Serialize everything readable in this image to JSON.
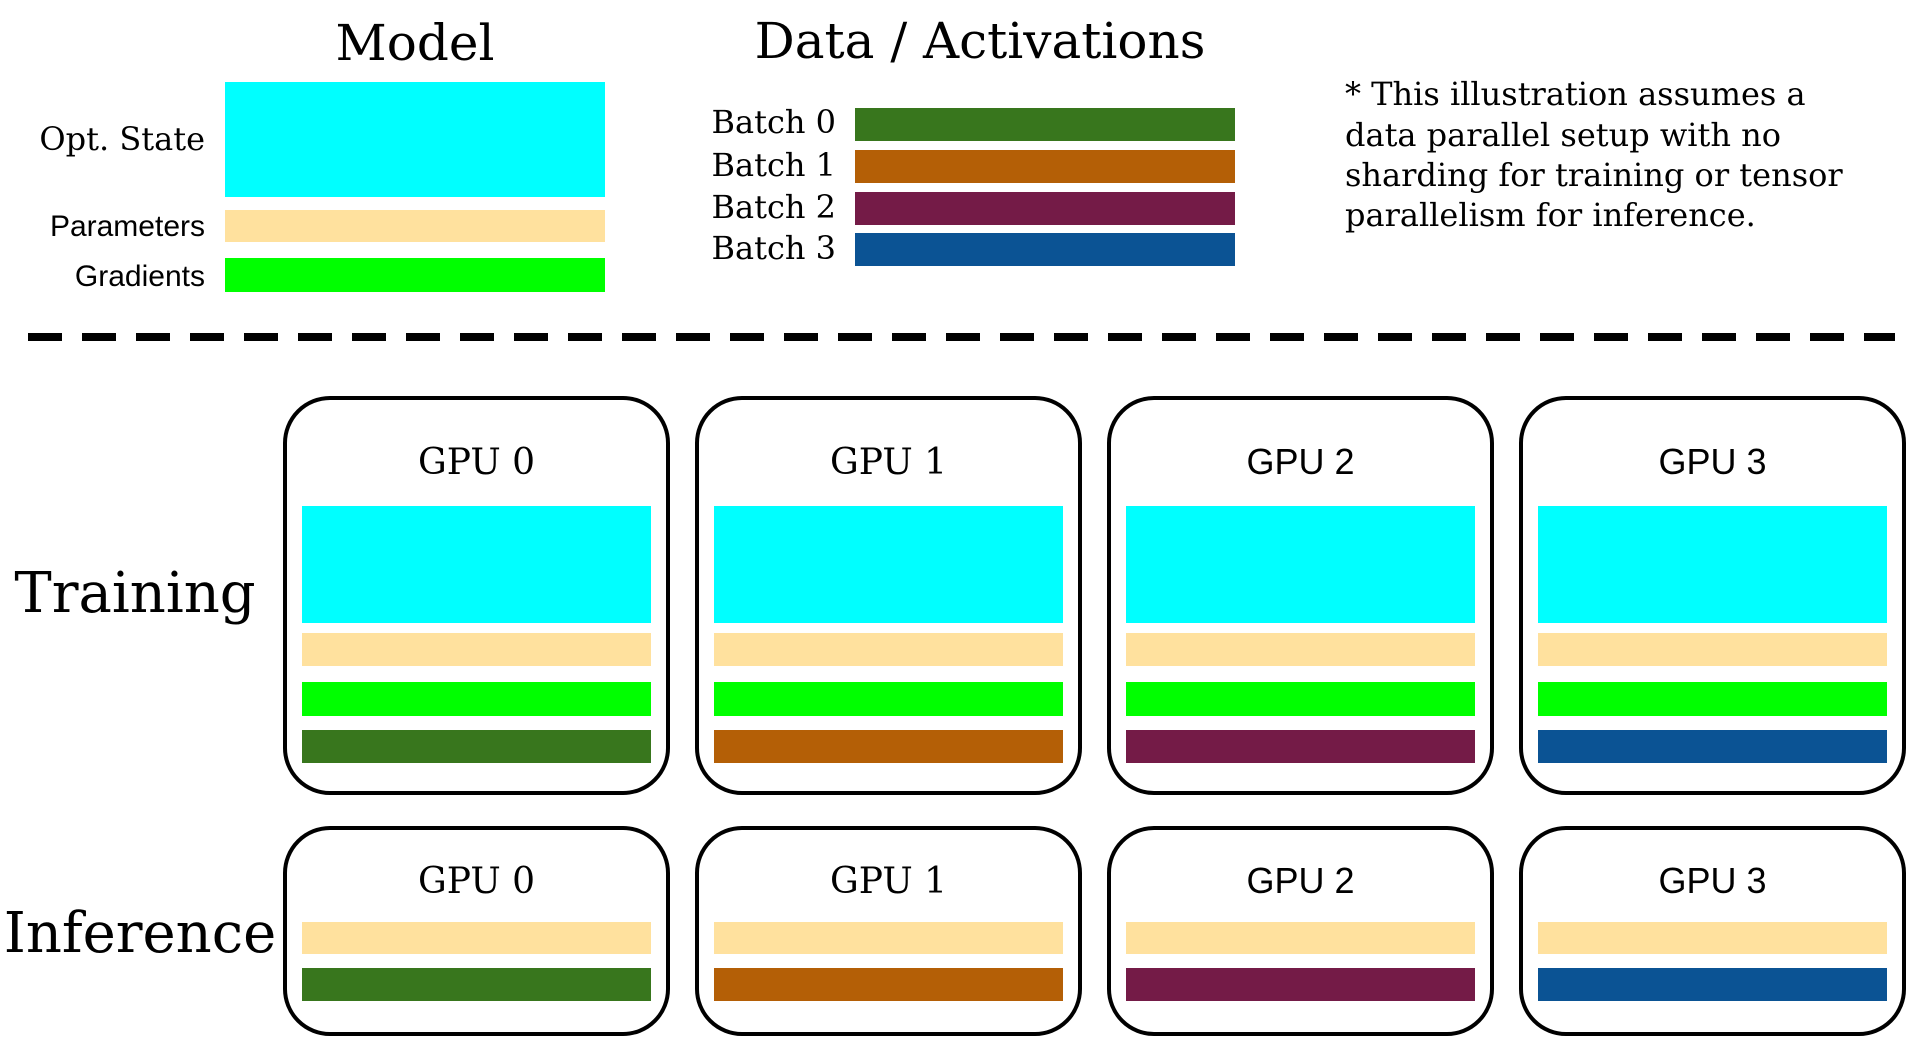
{
  "legend": {
    "model": {
      "title": "Model",
      "items": [
        {
          "label": "Opt. State",
          "color": "#00FFFF",
          "kind": "opt"
        },
        {
          "label": "Parameters",
          "color": "#FFE19E",
          "kind": "params"
        },
        {
          "label": "Gradients",
          "color": "#00FF00",
          "kind": "grads"
        }
      ]
    },
    "data": {
      "title": "Data / Activations",
      "batches": [
        {
          "label": "Batch 0",
          "color": "#38761D"
        },
        {
          "label": "Batch 1",
          "color": "#B45F06"
        },
        {
          "label": "Batch 2",
          "color": "#741B47"
        },
        {
          "label": "Batch 3",
          "color": "#0B5394"
        }
      ]
    },
    "note": [
      "* This illustration assumes a",
      "data parallel setup with no",
      "sharding for training or tensor",
      "parallelism for inference."
    ]
  },
  "sections": {
    "training": {
      "label": "Training",
      "gpus": [
        {
          "label": "GPU 0",
          "batch": 0
        },
        {
          "label": "GPU 1",
          "batch": 1
        },
        {
          "label": "GPU 2",
          "batch": 2
        },
        {
          "label": "GPU 3",
          "batch": 3
        }
      ]
    },
    "inference": {
      "label": "Inference",
      "gpus": [
        {
          "label": "GPU 0",
          "batch": 0
        },
        {
          "label": "GPU 1",
          "batch": 1
        },
        {
          "label": "GPU 2",
          "batch": 2
        },
        {
          "label": "GPU 3",
          "batch": 3
        }
      ]
    }
  }
}
